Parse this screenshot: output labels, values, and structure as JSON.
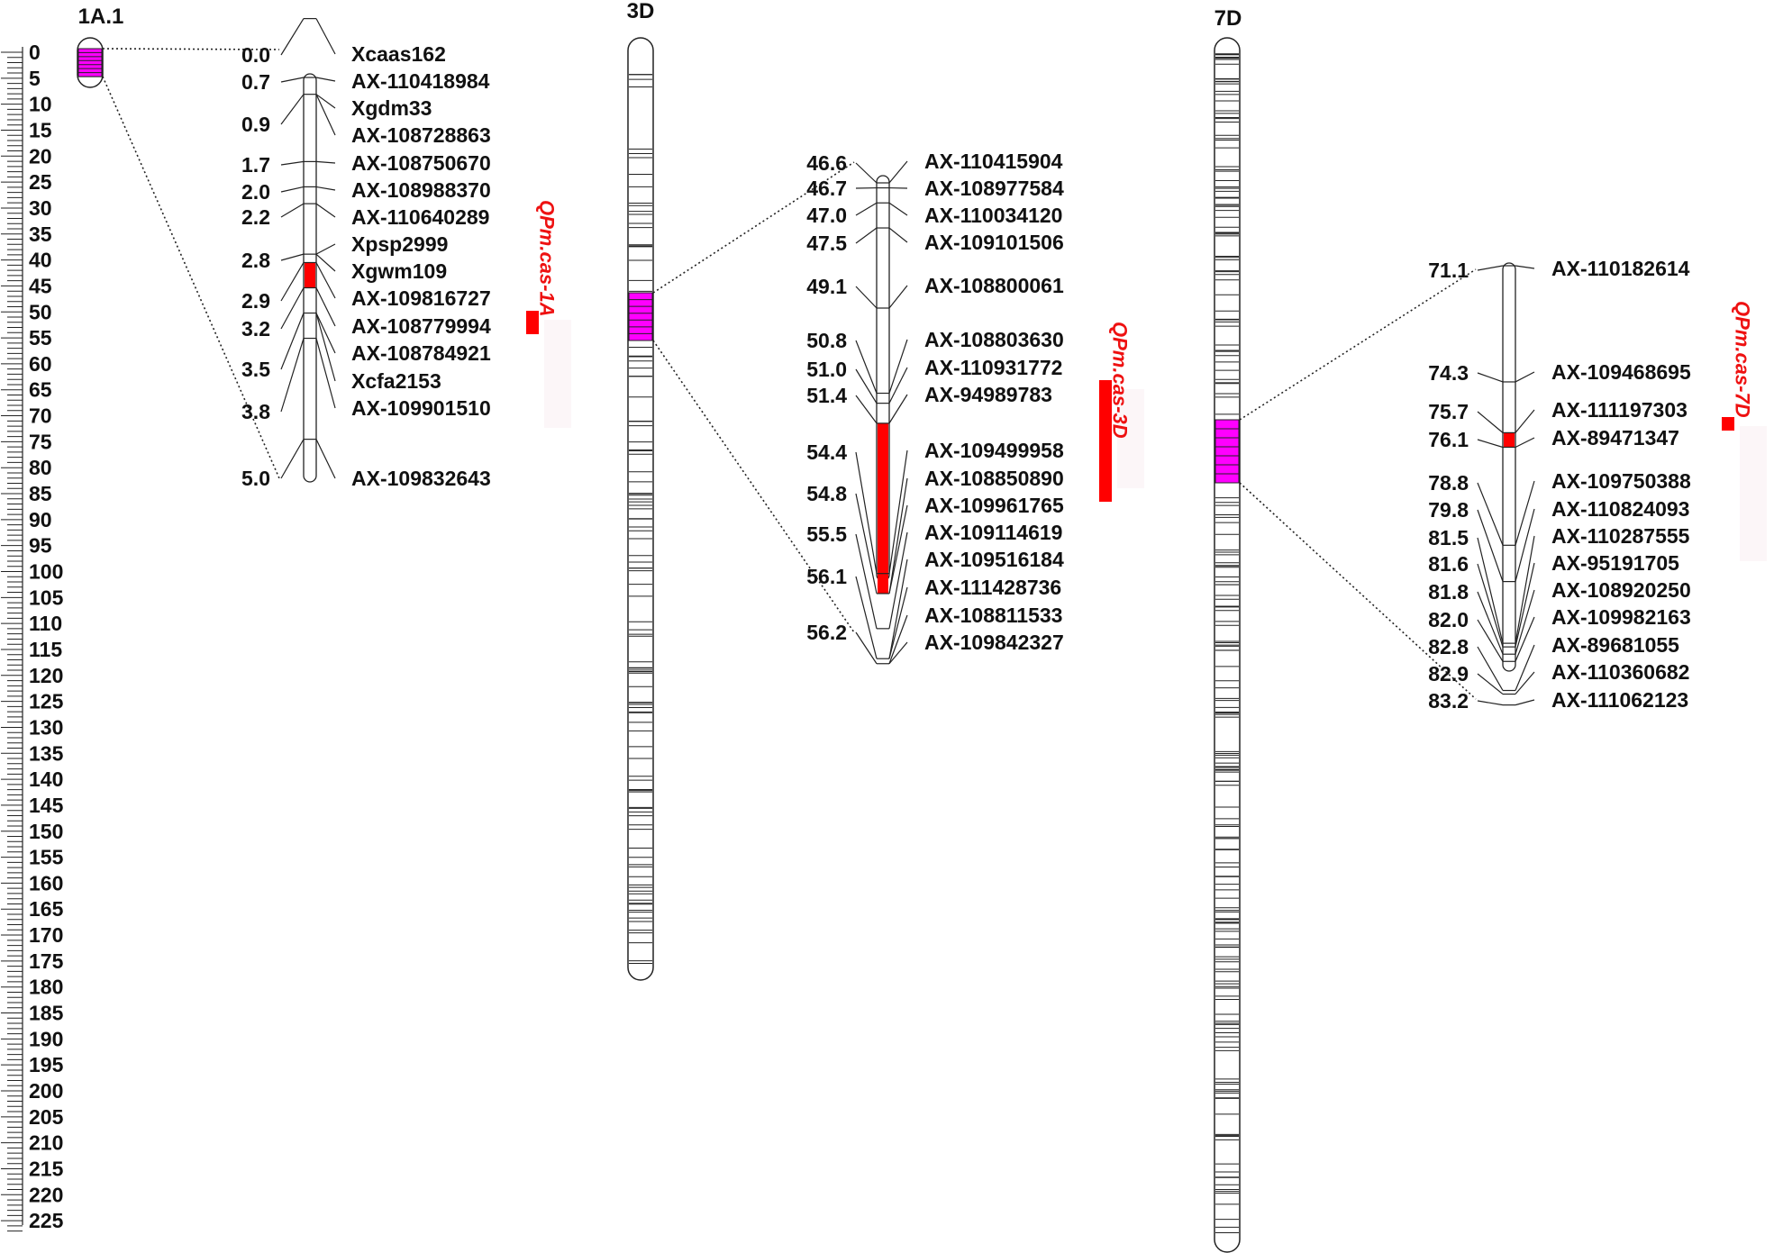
{
  "colors": {
    "highlight": "#ff00ff",
    "qtl": "#ff0000",
    "qtl_text": "#ee1111",
    "line": "#222222"
  },
  "scale": {
    "labels": [
      "0",
      "5",
      "10",
      "15",
      "20",
      "25",
      "30",
      "35",
      "40",
      "45",
      "50",
      "55",
      "60",
      "65",
      "70",
      "75",
      "80",
      "85",
      "90",
      "95",
      "100",
      "105",
      "110",
      "115",
      "120",
      "125",
      "130",
      "135",
      "140",
      "145",
      "150",
      "155",
      "160",
      "165",
      "170",
      "175",
      "180",
      "185",
      "190",
      "195",
      "200",
      "205",
      "210",
      "215",
      "220",
      "225"
    ]
  },
  "chromosomes": [
    {
      "title": "1A.1",
      "length_cM": 5.0,
      "highlight_cM": [
        0.0,
        5.0
      ]
    },
    {
      "title": "3D",
      "length_cM": 181.0,
      "highlight_cM": [
        46.6,
        56.2
      ]
    },
    {
      "title": "7D",
      "length_cM": 234.0,
      "highlight_cM": [
        71.1,
        83.2
      ]
    }
  ],
  "maps": [
    {
      "positions": [
        "0.0",
        "0.7",
        "0.9",
        "1.7",
        "2.0",
        "2.2",
        "2.8",
        "2.9",
        "3.2",
        "3.5",
        "3.8",
        "5.0"
      ],
      "markers": [
        "Xcaas162",
        "AX-110418984",
        "Xgdm33",
        "AX-108728863",
        "AX-108750670",
        "AX-108988370",
        "AX-110640289",
        "Xpsp2999",
        "Xgwm109",
        "AX-109816727",
        "AX-108779994",
        "AX-108784921",
        "Xcfa2153",
        "AX-109901510",
        "AX-109832643"
      ],
      "qtl": {
        "name": "QPm.cas-1A",
        "interval_cM": [
          2.9,
          3.2
        ]
      }
    },
    {
      "positions": [
        "46.6",
        "46.7",
        "47.0",
        "47.5",
        "49.1",
        "50.8",
        "51.0",
        "51.4",
        "54.4",
        "54.8",
        "55.5",
        "56.1",
        "56.2"
      ],
      "markers": [
        "AX-110415904",
        "AX-108977584",
        "AX-110034120",
        "AX-109101506",
        "AX-108800061",
        "AX-108803630",
        "AX-110931772",
        "AX-94989783",
        "AX-109499958",
        "AX-108850890",
        "AX-109961765",
        "AX-109114619",
        "AX-109516184",
        "AX-111428736",
        "AX-108811533",
        "AX-109842327"
      ],
      "qtl": {
        "name": "QPm.cas-3D",
        "interval_cM": [
          51.4,
          54.8
        ]
      }
    },
    {
      "positions": [
        "71.1",
        "74.3",
        "75.7",
        "76.1",
        "78.8",
        "79.8",
        "81.5",
        "81.6",
        "81.8",
        "82.0",
        "82.8",
        "82.9",
        "83.2"
      ],
      "markers": [
        "AX-110182614",
        "AX-109468695",
        "AX-111197303",
        "AX-89471347",
        "AX-109750388",
        "AX-110824093",
        "AX-110287555",
        "AX-95191705",
        "AX-108920250",
        "AX-109982163",
        "AX-89681055",
        "AX-110360682",
        "AX-111062123"
      ],
      "qtl": {
        "name": "QPm.cas-7D",
        "interval_cM": [
          75.7,
          76.1
        ]
      }
    }
  ]
}
